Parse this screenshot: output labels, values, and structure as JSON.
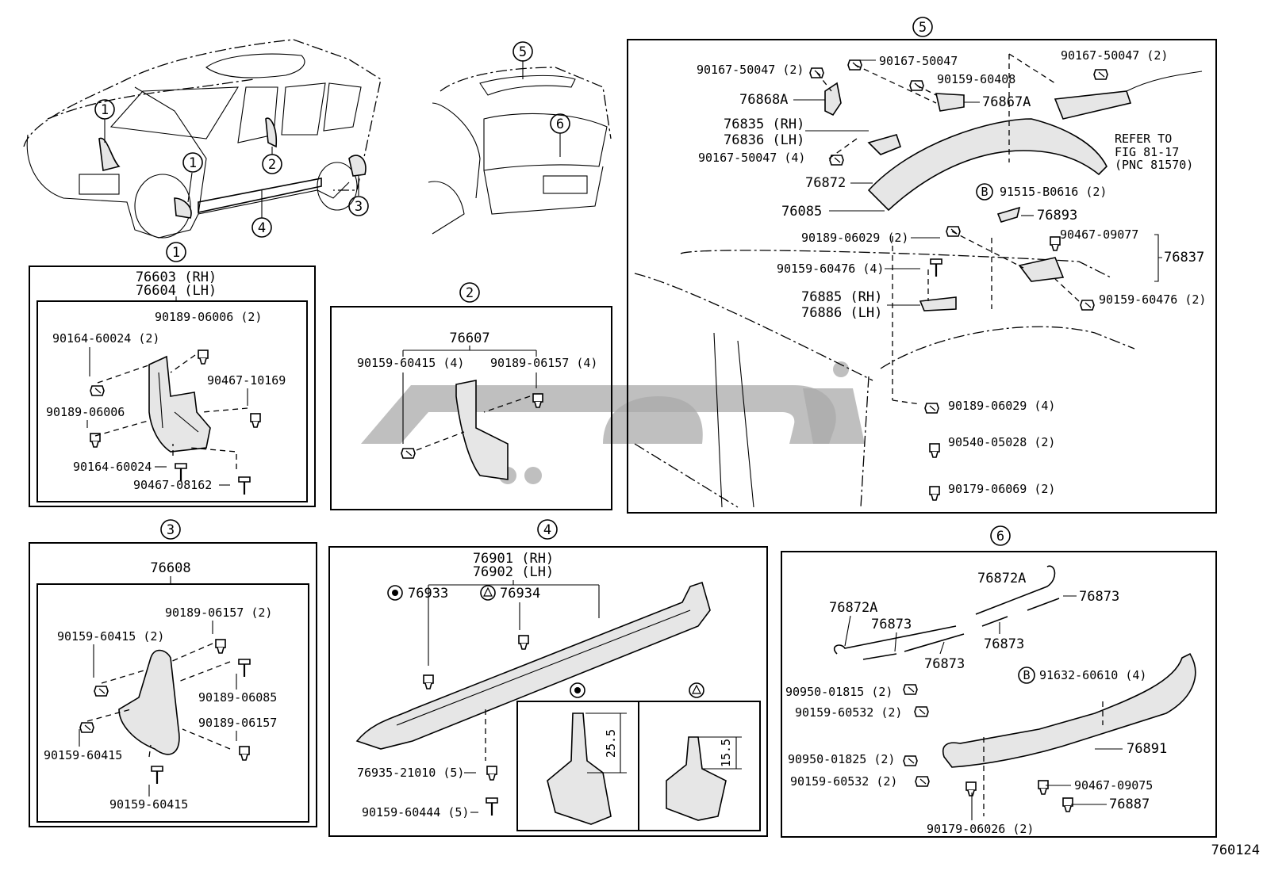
{
  "diagram": {
    "page_code": "760124",
    "callouts": {
      "c1": "1",
      "c2": "2",
      "c3": "3",
      "c4": "4",
      "c5": "5",
      "c6": "6",
      "b": "B"
    },
    "panel1": {
      "part_rh": "76603 (RH)",
      "part_lh": "76604 (LH)",
      "labels": [
        "90189-06006 (2)",
        "90164-60024 (2)",
        "90467-10169",
        "90189-06006",
        "90164-60024",
        "90467-08162"
      ]
    },
    "panel2": {
      "part": "76607",
      "labels": [
        "90159-60415 (4)",
        "90189-06157 (4)"
      ]
    },
    "panel3": {
      "part": "76608",
      "labels": [
        "90189-06157 (2)",
        "90159-60415 (2)",
        "90189-06085",
        "90189-06157",
        "90159-60415",
        "90159-60415"
      ]
    },
    "panel4": {
      "part_rh": "76901 (RH)",
      "part_lh": "76902 (LH)",
      "labels": [
        "76933",
        "76934",
        "76935-21010 (5)",
        "90159-60444 (5)"
      ],
      "dimensions": [
        "25.5",
        "15.5"
      ]
    },
    "panel5": {
      "labels": [
        "90167-50047 (2)",
        "90167-50047",
        "90167-50047 (2)",
        "90159-60408",
        "76868A",
        "76867A",
        "76835 (RH)",
        "76836 (LH)",
        "90167-50047 (4)",
        "76872",
        "91515-B0616 (2)",
        "76085",
        "76893",
        "90189-06029 (2)",
        "90467-09077",
        "76837",
        "90159-60476 (4)",
        "76885 (RH)",
        "76886 (LH)",
        "90159-60476 (2)",
        "90189-06029 (4)",
        "90540-05028 (2)",
        "90179-06069 (2)"
      ],
      "refer_lines": [
        "REFER TO",
        "FIG 81-17",
        "(PNC 81570)"
      ]
    },
    "panel6": {
      "labels": [
        "76872A",
        "76872A",
        "76873",
        "76873",
        "76873",
        "76873",
        "91632-60610 (4)",
        "90950-01815 (2)",
        "90159-60532 (2)",
        "76891",
        "90950-01825 (2)",
        "90159-60532 (2)",
        "90467-09075",
        "76887",
        "90179-06026 (2)"
      ]
    }
  }
}
